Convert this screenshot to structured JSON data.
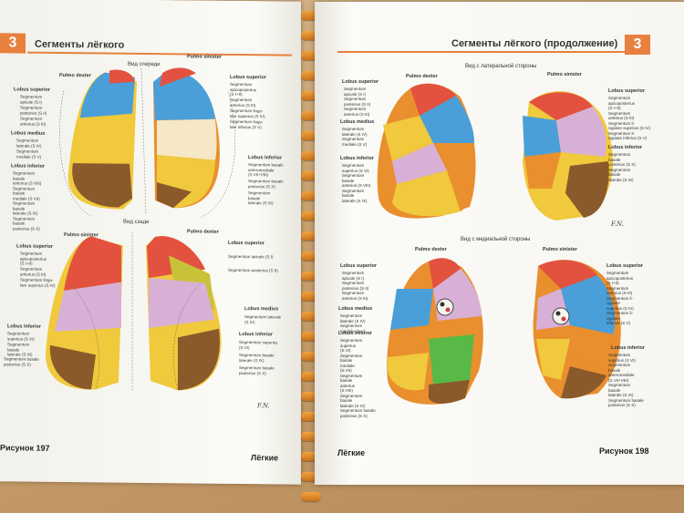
{
  "left_page": {
    "chapter_number": "3",
    "title": "Сегменты лёгкого",
    "views": {
      "front": "Вид спереди",
      "back": "Вид сзади"
    },
    "top_figure_labels": {
      "pulmo_dexter": "Pulmo dexter",
      "pulmo_sinister": "Pulmo sinister",
      "lobus_superior_l": "Lobus superior",
      "seg_apicale": "Segmentum\napicale (S I)",
      "seg_posterius": "Segmentum\nposterius (S II)",
      "seg_anterius": "Segmentum\nanterius (S III)",
      "lobus_medius": "Lobus medius",
      "seg_laterale": "Segmentum\nlaterale (S IV)",
      "seg_mediale": "Segmentum\nmediale (S V)",
      "lobus_inferior_l": "Lobus inferior",
      "seg_basale": "Segmentum\nbasale\nanterius (S VIII)\nSegmentum\nbasale\nmediale (S VII)\nSegmentum\nbasale\nlaterale (S IX)\nSegmentum\nbasale\nposterius (S X)",
      "lobus_superior_r": "Lobus superior",
      "seg_apicopost": "Segmentum\napicoposterius\n(S I+II)",
      "seg_anterius_r": "Segmentum\nanterius (S III)",
      "seg_lingulare_sup": "Segmentum lingu-\nlare superius (S IV)",
      "seg_lingulare_inf": "Segmentum lingu-\nlare inferius (S V)",
      "lobus_inferior_r": "Lobus inferior",
      "seg_basale_ant": "Segmentum basale\nanteromediale\n(S VII+VIII)",
      "seg_basale_post": "Segmentum basale\nposterius (S X)",
      "seg_basale_lat": "Segmentum\nbasale\nlaterale (S IX)"
    },
    "bottom_figure_labels": {
      "pulmo_sinister": "Pulmo sinister",
      "pulmo_dexter": "Pulmo dexter",
      "lobus_superior_l": "Lobus superior",
      "seg_apicopost": "Segmentum\napicoposterius\n(S I+II)",
      "seg_anterius": "Segmentum\nanterius (S III)",
      "seg_lingulare": "Segmentum lingu-\nlare superius (S IV)",
      "lobus_inferior_l": "Lobus inferior",
      "seg_superius_l": "Segmentum\nsuperius (S VI)",
      "seg_basale_l": "Segmentum\nbasale\nlaterale (S IX)",
      "seg_basale_post_l": "Segmentum basale\nposterius (S X)",
      "lobus_superior_r": "Lobus superior",
      "seg_apicale_r": "Segmentum apicale (S I)",
      "seg_posterius_r": "Segmentum posterius (S II)",
      "lobus_medius_r": "Lobus medius",
      "seg_laterale_r": "Segmentum laterale\n(S IV)",
      "lobus_inferior_r": "Lobus inferior",
      "seg_superius_r": "Segmentum superius\n(S VI)",
      "seg_basale_lat_r": "Segmentum basale\nlaterale (S IX)",
      "seg_basale_post_r": "Segmentum basale\nposterius (S X)"
    },
    "figure_caption": "Рисунок 197",
    "footer_right": "Лёгкие"
  },
  "right_page": {
    "chapter_number": "3",
    "title": "Сегменты лёгкого (продолжение)",
    "views": {
      "lateral": "Вид с латеральной стороны",
      "medial": "Вид с медиальной стороны"
    },
    "top_figure_labels": {
      "pulmo_dexter": "Pulmo dexter",
      "pulmo_sinister": "Pulmo sinister",
      "lobus_superior_l": "Lobus superior",
      "seg_apicale": "Segmentum\napicale (S I)\nSegmentum\nposterius (S II)\nSegmentum\nanterius (S III)",
      "lobus_medius": "Lobus medius",
      "seg_laterale": "Segmentum\nlaterale (S IV)\nSegmentum\nmediale (S V)",
      "lobus_inferior_l": "Lobus inferior",
      "seg_basale": "Segmentum\nsuperius (S VI)\nSegmentum\nbasale\nanterius (S VIII)\nSegmentum\nbasale\nlaterale (S IX)",
      "lobus_superior_r": "Lobus superior",
      "seg_apicopost": "Segmentum\napicoposterius\n(S I+II)\nSegmentum\nanterius (S III)\nSegmentum li-\nngulare superius (S IV)\nSegmentum li-\nngulare inferius (S V)",
      "lobus_inferior_r": "Lobus inferior",
      "seg_basale_r": "Segmentum\nbasale\nposterius (S X)\nSegmentum\nbasale\nlaterale (S IX)"
    },
    "bottom_figure_labels": {
      "pulmo_dexter": "Pulmo dexter",
      "pulmo_sinister": "Pulmo sinister",
      "lobus_superior_l": "Lobus superior",
      "seg_apicale": "Segmentum\napicale (S I)\nSegmentum\nposterius (S II)\nSegmentum\nanterius (S III)",
      "lobus_medius": "Lobus medius",
      "seg_laterale": "Segmentum\nlaterale (S IV)\nSegmentum\nmediale (S V)",
      "lobus_inferior_l": "Lobus inferior",
      "seg_basale": "Segmentum\nsuperius\n(S VI)\nSegmentum\nbasale\nmediale\n(S VII)\nSegmentum\nbasale\nanterius\n(S VIII)\nSegmentum\nbasale\nlaterale (S IX)\nSegmentum basale\nposterius (S X)",
      "lobus_superior_r": "Lobus superior",
      "seg_apicopost": "Segmentum\napicoposterius\n(S I+II)\nSegmentum\nanterius (S III)\nSegmentum li-\nngulare\nsuperius (S IV)\nSegmentum li-\nngulare\ninferius (S V)",
      "lobus_inferior_r": "Lobus inferior",
      "seg_basale_r": "Segmentum\nsuperius (S VI)\nSegmentum\nbasale\nanteromediale\n(S VII+VIII)\nSegmentum\nbasale\nlaterale (S IX)\nSegmentum basale\nposterius (S X)"
    },
    "figure_caption": "Рисунок 198",
    "footer_left": "Лёгкие"
  },
  "colors": {
    "accent": "#e8813e",
    "apical": "#e2523f",
    "posterior": "#4a9fd8",
    "anterior": "#f0c93c",
    "lingular": "#d8b0d6",
    "inferior": "#e98f2e",
    "basal_dark": "#8a5a2b",
    "medial_green": "#58b947"
  }
}
